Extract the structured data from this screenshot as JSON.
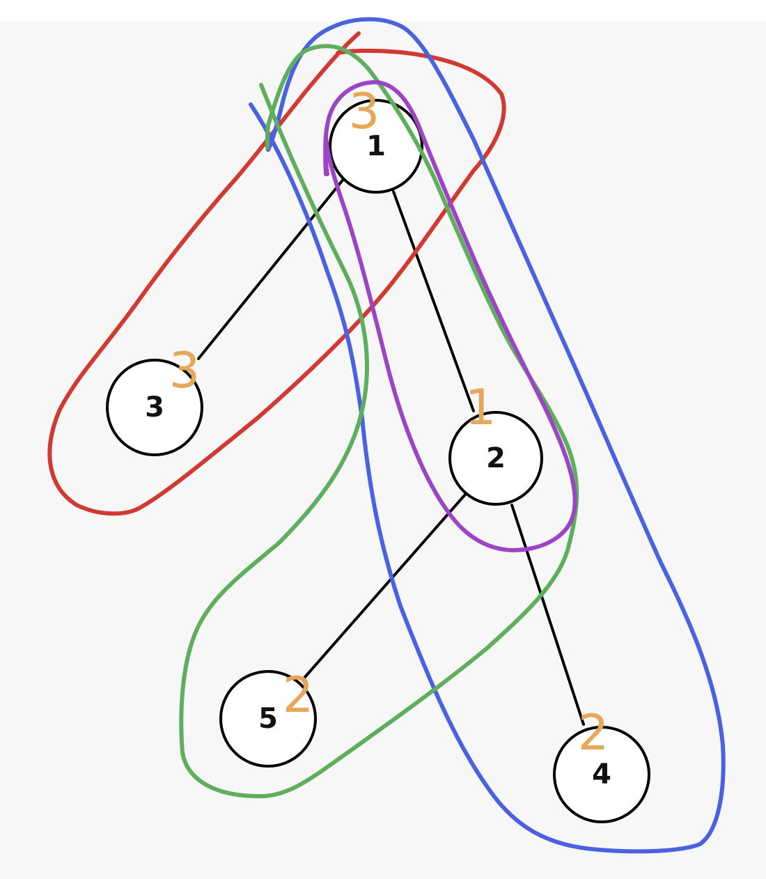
{
  "colors": {
    "background": "#F7F7F7",
    "annotation": "#E5A75A",
    "red_path": "#D03A33",
    "blue_path": "#4A62E0",
    "green_path": "#5EAE5E",
    "purple_path": "#9B45C5",
    "node_stroke": "#000000"
  },
  "tree": {
    "nodes": [
      {
        "id": "1",
        "label": "1"
      },
      {
        "id": "2",
        "label": "2"
      },
      {
        "id": "3",
        "label": "3"
      },
      {
        "id": "4",
        "label": "4"
      },
      {
        "id": "5",
        "label": "5"
      }
    ],
    "edges": [
      {
        "from": "1",
        "to": "3"
      },
      {
        "from": "1",
        "to": "2"
      },
      {
        "from": "2",
        "to": "5"
      },
      {
        "from": "2",
        "to": "4"
      }
    ]
  },
  "annotations": [
    {
      "node": "1",
      "text": "3"
    },
    {
      "node": "3",
      "text": "3"
    },
    {
      "node": "2",
      "text": "1"
    },
    {
      "node": "5",
      "text": "2"
    },
    {
      "node": "4",
      "text": "2"
    }
  ],
  "hand_drawn_paths": [
    "red",
    "blue",
    "green",
    "purple"
  ]
}
